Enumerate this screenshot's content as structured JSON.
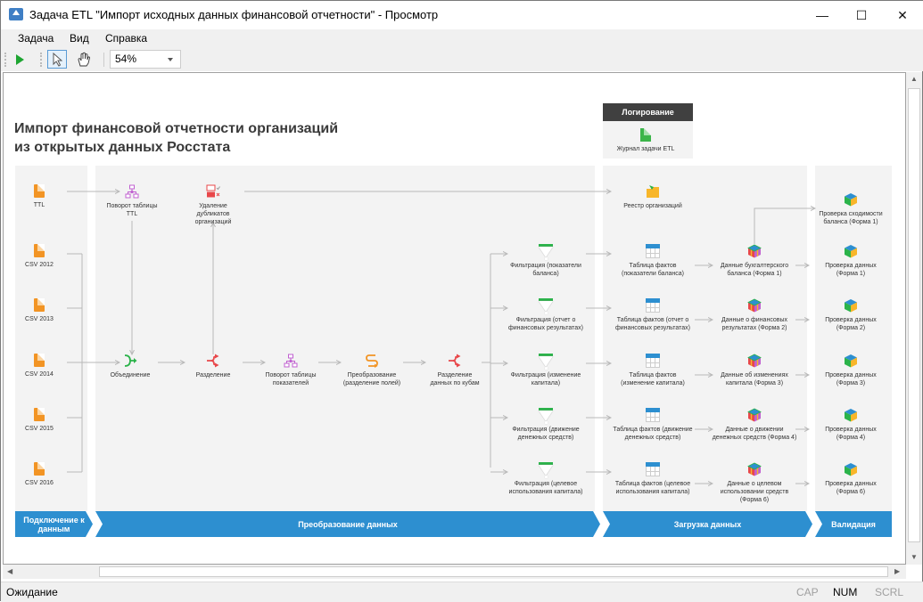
{
  "window": {
    "title": "Задача ETL \"Импорт исходных данных финансовой отчетности\" - Просмотр",
    "minimize": "—",
    "maximize": "☐",
    "close": "✕"
  },
  "menu": [
    "Задача",
    "Вид",
    "Справка"
  ],
  "toolbar": {
    "zoom": "54%",
    "run_icon": "play-icon",
    "select_icon": "pointer-icon",
    "pan_icon": "hand-icon"
  },
  "diagram": {
    "title_line1": "Импорт финансовой отчетности организаций",
    "title_line2": "из открытых данных Росстата",
    "logging": {
      "header": "Логирование",
      "item": "Журнал задачи ETL"
    },
    "sections": [
      "Подключение к данным",
      "Преобразование данных",
      "Загрузка данных",
      "Валидация"
    ],
    "sources": [
      "TTL",
      "CSV 2012",
      "CSV 2013",
      "CSV 2014",
      "CSV 2015",
      "CSV 2016"
    ],
    "transform": {
      "pivot_ttl": "Поворот таблицы\nTTL",
      "dedup": "Удаление\nдубликатов\nорганизаций",
      "union": "Объединение",
      "split": "Разделение",
      "pivot_indicators": "Поворот таблицы\nпоказателей",
      "convert": "Преобразование\n(разделение полей)",
      "split_cubes": "Разделение\nданных по кубам"
    },
    "filters": [
      "Фильтрация (показатели\nбаланса)",
      "Фильтрация (отчет о\nфинансовых результатах)",
      "Фильтрация (изменение\nкапитала)",
      "Фильтрация (движение\nденежных средств)",
      "Фильтрация (целевое\nиспользования капитала)"
    ],
    "registry": "Реестр организаций",
    "fact_tables": [
      "Таблица фактов\n(показатели баланса)",
      "Таблица фактов (отчет о\nфинансовых результатах)",
      "Таблица фактов\n(изменение капитала)",
      "Таблица фактов (движение\nденежных средств)",
      "Таблица фактов (целевое\nиспользования капитала)"
    ],
    "cubes": [
      "Данные бухгалтерского\nбаланса (Форма 1)",
      "Данные о финансовых\nрезультатах (Форма 2)",
      "Данные об изменениях\nкапитала (Форма 3)",
      "Данные о движении\nденежных средств (Форма 4)",
      "Данные о целевом\nиспользовании средств\n(Форма 6)"
    ],
    "checks": [
      "Проверка сходимости\nбаланса (Форма 1)",
      "Проверка данных\n(Форма 1)",
      "Проверка данных\n(Форма 2)",
      "Проверка данных\n(Форма 3)",
      "Проверка данных\n(Форма 4)",
      "Проверка данных\n(Форма 6)"
    ]
  },
  "status": {
    "text": "Ожидание",
    "cap": "CAP",
    "num": "NUM",
    "scrl": "SCRL"
  },
  "colors": {
    "band": "#2d8fd0",
    "panel": "#f3f3f3",
    "source": "#f29424",
    "filter": "#2bb34a",
    "union": "#2bb34a",
    "split": "#e8474a",
    "pivot": "#c060d0",
    "convert": "#f29424"
  }
}
